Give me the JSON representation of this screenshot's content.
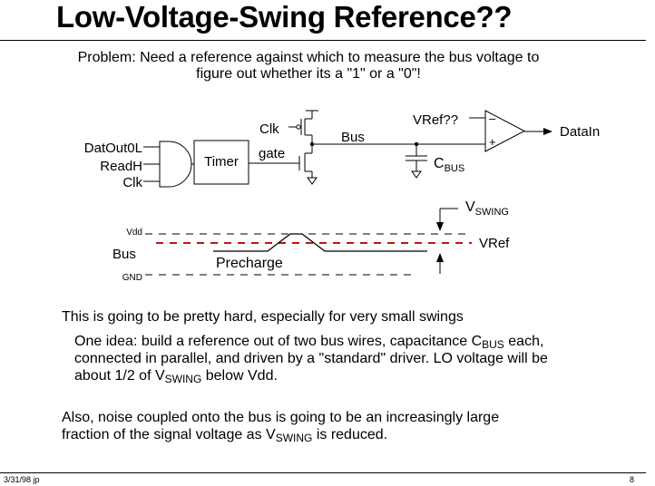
{
  "title": "Low-Voltage-Swing Reference??",
  "problem": {
    "line1": "Problem:  Need a reference against which to measure the bus voltage to",
    "line2": "figure out whether its a \"1\" or a \"0\"!"
  },
  "circuit": {
    "inputs": [
      "DatOut0L",
      "ReadH",
      "Clk"
    ],
    "timer": "Timer",
    "clk": "Clk",
    "gate": "gate",
    "bus": "Bus",
    "vref": "VRef??",
    "cbus_main": "C",
    "cbus_sub": "BUS",
    "minus": "–",
    "plus": "+",
    "output": "DataIn"
  },
  "waveform": {
    "vswing_main": "V",
    "vswing_sub": "SWING",
    "vdd": "Vdd",
    "gnd": "GND",
    "bus": "Bus",
    "vref": "VRef",
    "precharge": "Precharge"
  },
  "body": {
    "line1": "This is going to be pretty hard, especially for very small swings",
    "idea": {
      "l1_a": "One idea:  build a reference out of two bus wires, capacitance C",
      "l1_sub": "BUS",
      "l1_b": " each,",
      "l2": "connected in parallel, and driven by a \"standard\" driver.  LO voltage will be",
      "l3_a": "about 1/2 of V",
      "l3_sub": "SWING",
      "l3_b": " below Vdd."
    },
    "noise": {
      "l1": "Also, noise coupled onto the bus is going to be an increasingly large",
      "l2_a": "fraction of the signal voltage as V",
      "l2_sub": "SWING",
      "l2_b": " is reduced."
    }
  },
  "footer": {
    "left": "3/31/98 jp",
    "right": "8"
  },
  "colors": {
    "vref_line": "#cc1111",
    "ink": "#000000"
  }
}
